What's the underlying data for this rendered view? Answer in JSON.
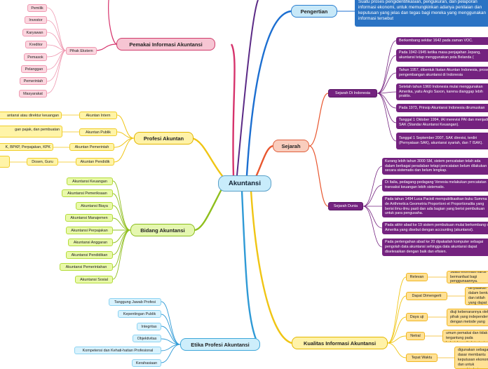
{
  "central": "Akuntansi",
  "branches": {
    "pemakai": {
      "label": "Pemakai Informasi Akuntansi",
      "pihak_ekstern": "Pihak Ekstern",
      "ekstern_items": [
        "Pemilik",
        "Investor",
        "Karyawan",
        "Kreditor",
        "Pemasok",
        "Pelanggan",
        "Pemerintah",
        "Masyarakat"
      ]
    },
    "pengertian": {
      "label": "Pengertian",
      "text": "Suatu proses pengidentifikasian, pengukuran, dan pelaporan informasi ekonomi, untuk memungkinkan adanya penilaian dan keputusan yang jelas dan tegas bagi mereka yang menggunakan informasi tersebut"
    },
    "sejarah": {
      "label": "Sejarah",
      "indonesia_label": "Sejarah Di Indonesia",
      "indonesia_items": [
        "Berkembang sekitar 1642 pada zaman VOC.",
        "Pada 1942-1945 ketika masa penjajahan Jepang, akuntansi tetap menggunakan pola Belanda (",
        "Tahun 1957, dibentuk Ikatan Akuntan Indonesia, proses pengembangan akuntansi di Indonesia",
        "Setelah tahun 1960 Indonesia mulai menggunakan Amerika, yaitu Anglo Saxon, karena dianggap lebih praktis.",
        "Pada 1973, Prinsip Akuntansi Indonesia dirumuskan",
        "Tanggal 1 Oktober 1994, IAI merevisi PAI dan menjadi SAK (Standar Akuntansi Keuangan).",
        "Tanggal 1 September 2007, SAK direvisi, terdiri (Pernyataan SAK), akuntansi syariah, dan 7 ISAK)."
      ],
      "dunia_label": "Sejarah Dunia",
      "dunia_items": [
        "Kurang lebih tahun 3000 SM, sistem pencatatan telah ada dalam berbagai peradaban tetapi pencatatan belum dilakukan secara sistematis dan belum lengkap.",
        "Di Italia, pedagang-pedagang Venesia melakukan pencatatan transaksi keuangan lebih sistematis.",
        "Pada tahun 1494 Luca Pacioli mempublikasikan buku Summa de Arithmetica Geometria Proportioni et Proportionalita yang berisi ilmu-ilmu pasti dan ada bagian yang berisi pembukuan untuk para pengusaha.",
        "Pada akhir abad ke 19 sistem pembukuan mulai berkembang di Amerika yang disebut dengan accounting (akuntansi).",
        "Pada pertengahan abad ke 20 dipakailah komputer sebagai pengolah data akuntansi sehingga data akuntansi dapat diselesaikan dengan baik dan efisien."
      ]
    },
    "profesi": {
      "label": "Profesi Akuntan",
      "items": [
        {
          "label": "Akuntan Intern",
          "detail": "antansi atau direktur keuangan"
        },
        {
          "label": "Akuntan Publik",
          "detail": "gan pajak, dan pembuatan"
        },
        {
          "label": "Akuntan Pemerintah",
          "detail": "K, BPKP, Perpajakan, KPK"
        },
        {
          "label": "Akuntan Pendidik",
          "detail": "Dosen, Guru"
        }
      ]
    },
    "bidang": {
      "label": "Bidang Akuntansi",
      "items": [
        "Akuntansi Keuangan",
        "Akuntansi Pemeriksaan",
        "Akuntansi Biaya",
        "Akuntansi Manajemen",
        "Akuntansi Perpajakan",
        "Akuntansi Anggaran",
        "Akuntansi Pendidikan",
        "Akuntansi Pemerintahan",
        "Akuntansi Sosial"
      ]
    },
    "etika": {
      "label": "Etika Profesi Akuntansi",
      "items": [
        "Tanggung Jawab Profesi",
        "Kepentingan Publik",
        "Integritas",
        "Objektivitas",
        "Kompetensi dan Kehati-hatian Profesional",
        "Kerahasiaan"
      ]
    },
    "kualitas": {
      "label": "Kualitas Informasi Akuntansi",
      "items": [
        {
          "label": "Relevan",
          "detail": "Suatu informasi harus bermanfaat bagi penggunaannya."
        },
        {
          "label": "Dapat Dimengerti",
          "detail": "Informasi harus dapat dinyatakan dalam bentuk dan istilah yang dapat dipahami dengan baik"
        },
        {
          "label": "Daya uji",
          "detail": "Informasi harus dapat diuji kebenarannya oleh pihak yang independen dengan metode yang sama."
        },
        {
          "label": "Netral",
          "detail": "Diarahkan pada kebutuhan umum pemakai dan tidak tergantung pada kebutuhan pihak tertentu."
        },
        {
          "label": "Tepat Waktu",
          "detail": "Informasi harus disajikan tepat waktu agar dapat digunakan sebagai dasar membantu keputusan ekonomi dan untuk menghindari tertundanya keputusan."
        }
      ]
    }
  },
  "colors": {
    "pemakai": "#d6336c",
    "pengertian": "#1c6fd1",
    "sejarah": "#e8562e",
    "profesi": "#f0c514",
    "bidang": "#8fbf1d",
    "etika": "#2f9ad6",
    "kualitas": "#f0c514",
    "purple": "#74227f"
  }
}
